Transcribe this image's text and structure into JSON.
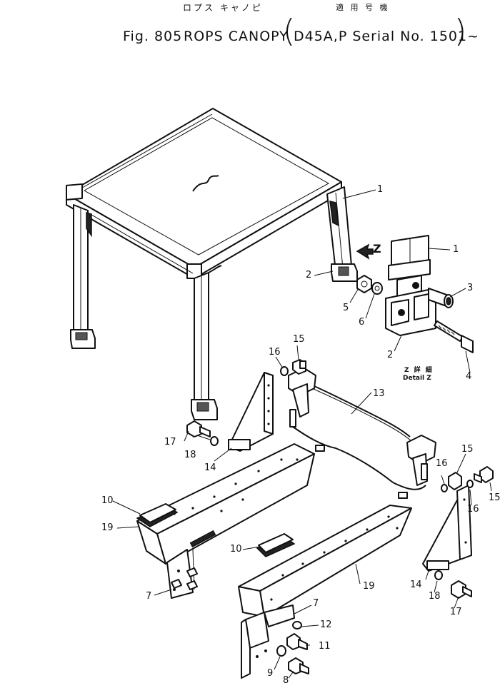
{
  "header": {
    "japanese_title": "ロプス キャノピ",
    "japanese_serial": "適 用 号 機",
    "fig_label": "Fig. 805",
    "part_title": "ROPS CANOPY",
    "serial_text": "D45A,P Serial No. 1501~",
    "paren_open": "(",
    "paren_close": ")"
  },
  "detail": {
    "japanese": "Z 詳 細",
    "label": "Detail  Z"
  },
  "view_marker": "Z",
  "callouts": [
    {
      "id": "c1a",
      "text": "1"
    },
    {
      "id": "c1b",
      "text": "1"
    },
    {
      "id": "c2a",
      "text": "2"
    },
    {
      "id": "c2b",
      "text": "2"
    },
    {
      "id": "c3",
      "text": "3"
    },
    {
      "id": "c4",
      "text": "4"
    },
    {
      "id": "c5",
      "text": "5"
    },
    {
      "id": "c6",
      "text": "6"
    },
    {
      "id": "c7a",
      "text": "7"
    },
    {
      "id": "c7b",
      "text": "7"
    },
    {
      "id": "c8",
      "text": "8"
    },
    {
      "id": "c9",
      "text": "9"
    },
    {
      "id": "c10a",
      "text": "10"
    },
    {
      "id": "c10b",
      "text": "10"
    },
    {
      "id": "c11",
      "text": "11"
    },
    {
      "id": "c12",
      "text": "12"
    },
    {
      "id": "c13",
      "text": "13"
    },
    {
      "id": "c14a",
      "text": "14"
    },
    {
      "id": "c14b",
      "text": "14"
    },
    {
      "id": "c15a",
      "text": "15"
    },
    {
      "id": "c15b",
      "text": "15"
    },
    {
      "id": "c15c",
      "text": "15"
    },
    {
      "id": "c16a",
      "text": "16"
    },
    {
      "id": "c16b",
      "text": "16"
    },
    {
      "id": "c16c",
      "text": "16"
    },
    {
      "id": "c17a",
      "text": "17"
    },
    {
      "id": "c17b",
      "text": "17"
    },
    {
      "id": "c18a",
      "text": "18"
    },
    {
      "id": "c18b",
      "text": "18"
    },
    {
      "id": "c19a",
      "text": "19"
    },
    {
      "id": "c19b",
      "text": "19"
    }
  ]
}
